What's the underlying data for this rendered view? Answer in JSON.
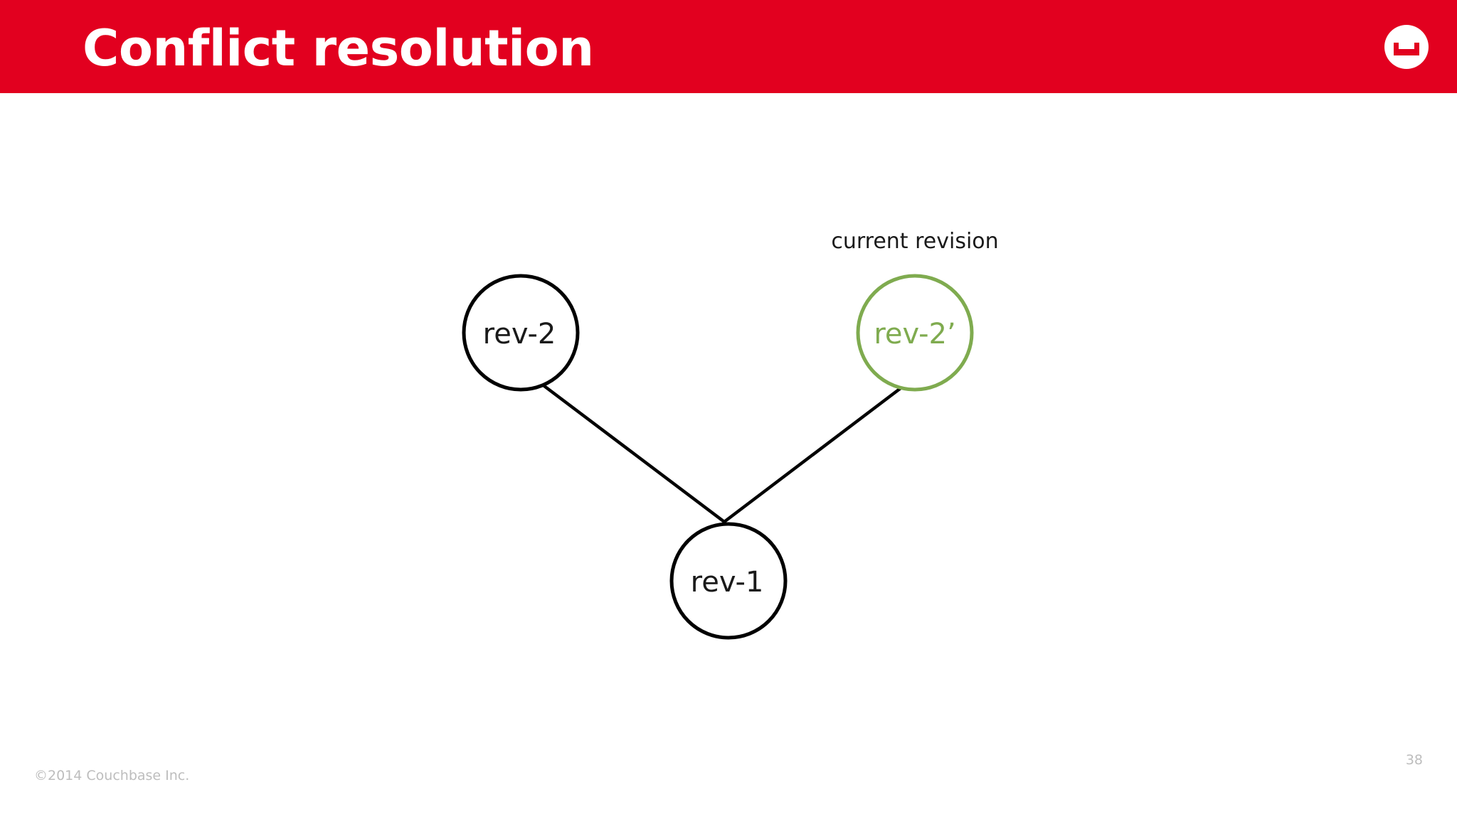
{
  "header": {
    "title": "Conflict resolution",
    "brand_color": "#e2001f",
    "logo_icon": "couchbase-logo-icon"
  },
  "diagram": {
    "caption": "current revision",
    "nodes": [
      {
        "id": "rev-2",
        "label": "rev-2",
        "color": "#000000"
      },
      {
        "id": "rev-2-prime",
        "label": "rev-2’",
        "color": "#7fab4f"
      },
      {
        "id": "rev-1",
        "label": "rev-1",
        "color": "#000000"
      }
    ],
    "edges": [
      {
        "from": "rev-1",
        "to": "rev-2"
      },
      {
        "from": "rev-1",
        "to": "rev-2-prime"
      }
    ],
    "current_revision_color": "#7fab4f"
  },
  "footer": {
    "copyright": "©2014 Couchbase Inc.",
    "page_number": "38"
  }
}
